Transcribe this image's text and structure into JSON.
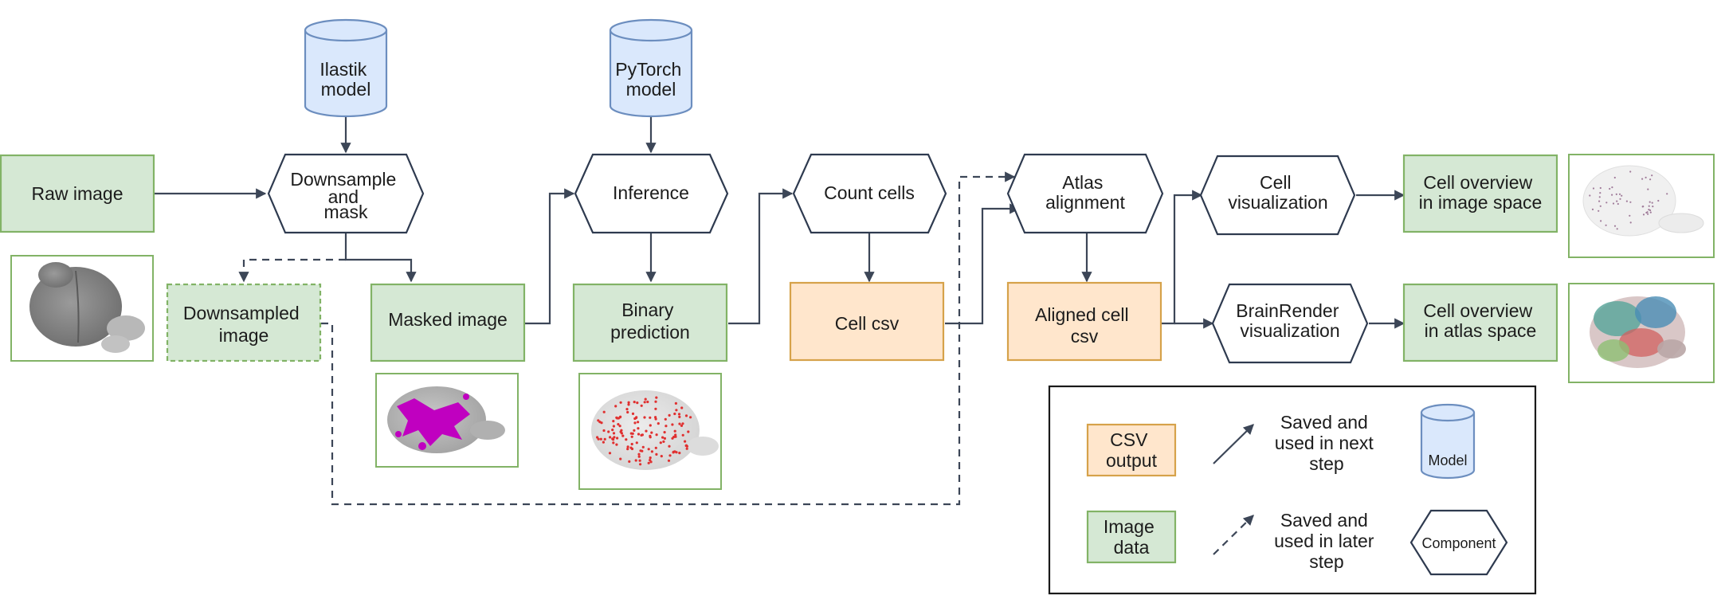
{
  "models": {
    "ilastik": [
      "Ilastik",
      "model"
    ],
    "pytorch": [
      "PyTorch",
      "model"
    ]
  },
  "components": {
    "downsample": [
      "Downsample",
      "and",
      "mask"
    ],
    "inference": [
      "Inference"
    ],
    "count": [
      "Count cells"
    ],
    "atlas": [
      "Atlas",
      "alignment"
    ],
    "cell_vis": [
      "Cell",
      "visualization"
    ],
    "brainrender": [
      "BrainRender",
      "visualization"
    ]
  },
  "image_data": {
    "raw": [
      "Raw image"
    ],
    "downsampled": [
      "Downsampled",
      "image"
    ],
    "masked": [
      "Masked image"
    ],
    "binary": [
      "Binary",
      "prediction"
    ],
    "overview_image": [
      "Cell overview",
      "in image space"
    ],
    "overview_atlas": [
      "Cell overview",
      "in atlas space"
    ]
  },
  "csv_output": {
    "cell_csv": [
      "Cell csv"
    ],
    "aligned_csv": [
      "Aligned cell",
      "csv"
    ]
  },
  "legend": {
    "csv": [
      "CSV",
      "output"
    ],
    "image": [
      "Image",
      "data"
    ],
    "saved_next": [
      "Saved and",
      "used in next",
      "step"
    ],
    "saved_later": [
      "Saved and",
      "used in later",
      "step"
    ],
    "model": "Model",
    "component": "Component"
  },
  "colors": {
    "image_fill": "#d5e8d4",
    "image_stroke": "#82b366",
    "csv_fill": "#ffe6cc",
    "csv_stroke": "#d6a24a",
    "model_fill": "#dae8fc",
    "model_stroke": "#6c8ebf",
    "edge": "#3c4657",
    "mask_overlay": "#c000c0",
    "cell_dots": "#e03030"
  }
}
